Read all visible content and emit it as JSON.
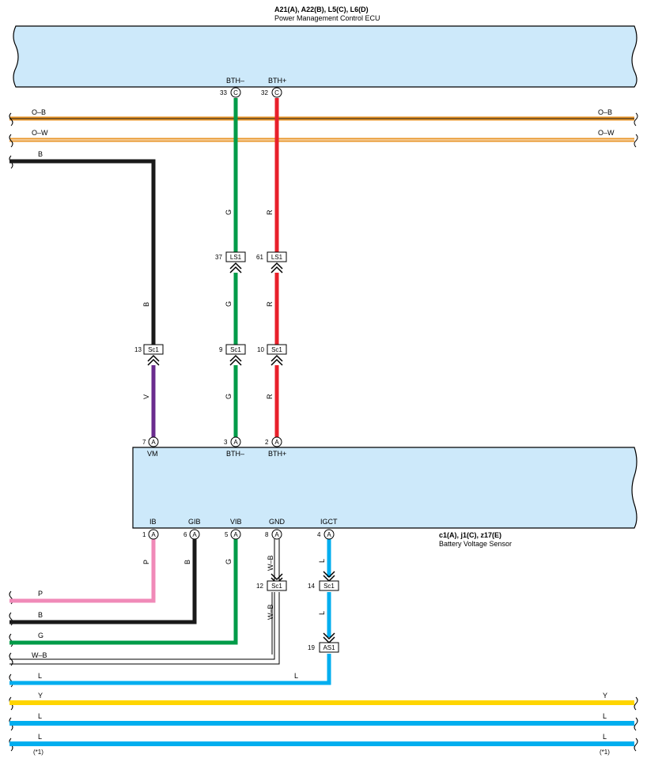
{
  "ecu": {
    "connectors": "A21(A), A22(B), L5(C), L6(D)",
    "name": "Power Management Control ECU",
    "terminals": [
      {
        "pin": "33",
        "conn": "C",
        "signal": "BTH–"
      },
      {
        "pin": "32",
        "conn": "C",
        "signal": "BTH+"
      }
    ]
  },
  "sensor": {
    "connectors": "c1(A), j1(C), z17(E)",
    "name": "Battery Voltage Sensor",
    "top_terminals": [
      {
        "pin": "7",
        "conn": "A",
        "signal": "VM"
      },
      {
        "pin": "3",
        "conn": "A",
        "signal": "BTH–"
      },
      {
        "pin": "2",
        "conn": "A",
        "signal": "BTH+"
      }
    ],
    "bottom_terminals": [
      {
        "pin": "1",
        "conn": "A",
        "signal": "IB"
      },
      {
        "pin": "6",
        "conn": "A",
        "signal": "GIB"
      },
      {
        "pin": "5",
        "conn": "A",
        "signal": "VIB"
      },
      {
        "pin": "8",
        "conn": "A",
        "signal": "GND"
      },
      {
        "pin": "4",
        "conn": "A",
        "signal": "IGCT"
      }
    ]
  },
  "junctions": {
    "ls1_green": {
      "pin": "37",
      "name": "LS1"
    },
    "ls1_red": {
      "pin": "61",
      "name": "LS1"
    },
    "sc1_black": {
      "pin": "13",
      "name": "Sc1"
    },
    "sc1_green": {
      "pin": "9",
      "name": "Sc1"
    },
    "sc1_red": {
      "pin": "10",
      "name": "Sc1"
    },
    "sc1_gnd": {
      "pin": "12",
      "name": "Sc1"
    },
    "sc1_blue": {
      "pin": "14",
      "name": "Sc1"
    },
    "as1_blue": {
      "pin": "19",
      "name": "AS1"
    }
  },
  "wire_colors": {
    "orange_black": "O–B",
    "orange_white": "O–W",
    "black": "B",
    "green": "G",
    "red": "R",
    "violet": "V",
    "pink": "P",
    "white_black": "W–B",
    "blue": "L",
    "yellow": "Y"
  },
  "footnote": "(*1)",
  "colors": {
    "box_fill": "#cde9fa",
    "orange": "#e8962a",
    "black": "#1a1a1a",
    "green": "#009b48",
    "red": "#e8202a",
    "violet": "#6a2c8e",
    "pink": "#f08ab8",
    "blue": "#00aeef",
    "yellow": "#ffd500"
  }
}
